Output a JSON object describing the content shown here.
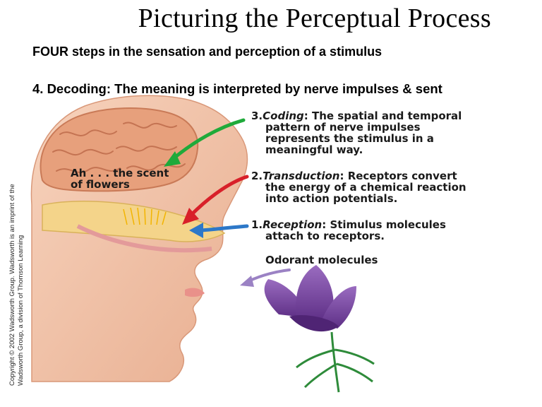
{
  "slide": {
    "title": "Picturing the Perceptual Process",
    "subtitle": "FOUR steps in the sensation and perception  of a stimulus",
    "step4": "4. Decoding: The meaning is interpreted by nerve impulses & sent"
  },
  "copyright": {
    "line1": "Copyright © 2002 Wadsworth Group. Wadsworth is  an imprint of the",
    "line2": "Wadsworth Group, a division of Thomson Learning"
  },
  "figure": {
    "brain_label_line1": "Ah . . . the scent",
    "brain_label_line2": "of flowers",
    "coding": {
      "num": "3.",
      "term": "Coding",
      "line1": ": The spatial and temporal",
      "line2": "pattern of nerve impulses",
      "line3": "represents the stimulus in a",
      "line4": "meaningful way."
    },
    "transduction": {
      "num": "2.",
      "term": "Transduction",
      "line1": ": Receptors convert",
      "line2": "the energy of a chemical reaction",
      "line3": "into action potentials."
    },
    "reception": {
      "num": "1.",
      "term": "Reception",
      "line1": ": Stimulus molecules",
      "line2": "attach to receptors."
    },
    "odorant": "Odorant molecules"
  },
  "colors": {
    "skin": "#f2c2a6",
    "brain": "#e9a27f",
    "arrow_green": "#1faa3a",
    "arrow_red": "#d8202a",
    "arrow_blue": "#2d78c8",
    "flower": "#7a4a9c"
  }
}
